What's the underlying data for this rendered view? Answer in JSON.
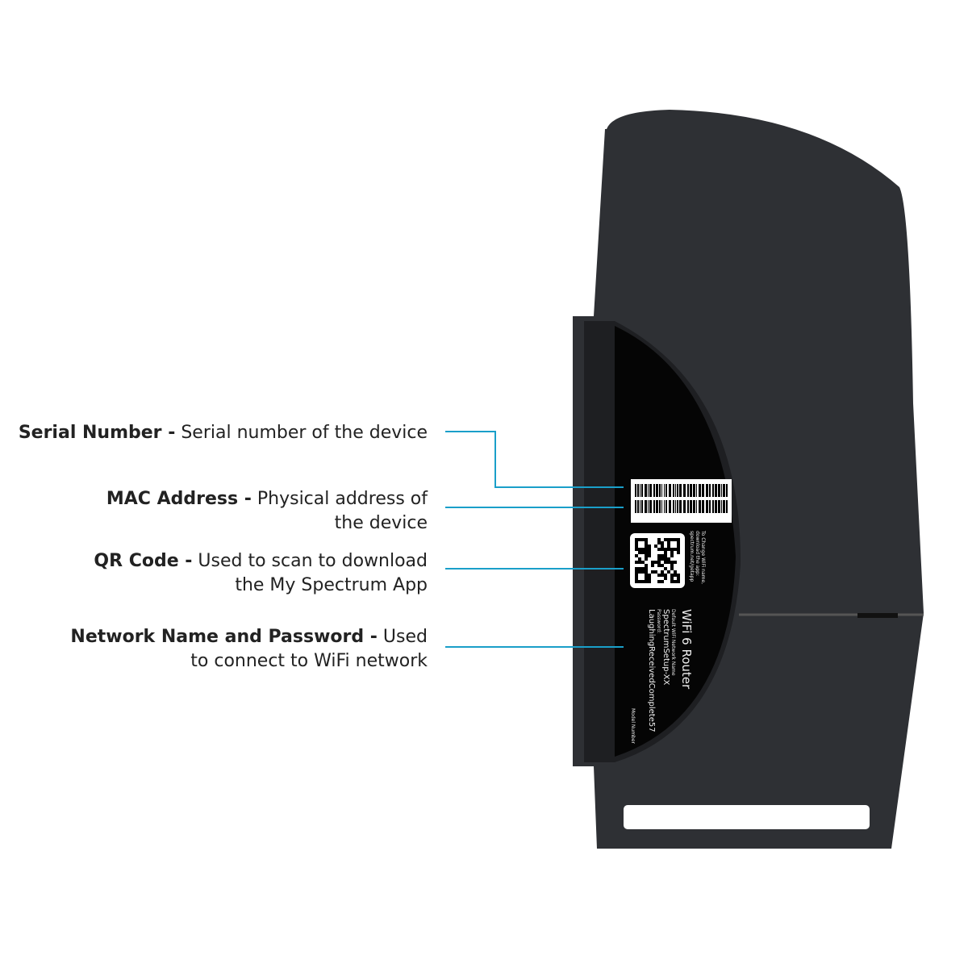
{
  "callouts": [
    {
      "title": "Serial Number -",
      "desc": "Serial number of the device"
    },
    {
      "title": "MAC Address -",
      "desc": "Physical address of the device"
    },
    {
      "title": "QR Code -",
      "desc": "Used to scan to download the My Spectrum App"
    },
    {
      "title": "Network Name and Password -",
      "desc": "Used to connect to WiFi network"
    }
  ],
  "label": {
    "app_note_1": "To Change WiFi name,",
    "app_note_2": "download the app:",
    "app_note_3": "spectrum.net/getapp",
    "product": "WiFi 6 Router",
    "network_name_label": "Default WiFi Network Name",
    "network_name": "SpectrumSetup-XX",
    "password_label": "Password:",
    "password": "LaughingReceivedComplete57",
    "model_label": "Model Number"
  },
  "colors": {
    "line": "#1a9fc9",
    "body": "#2e3034",
    "label": "#050505"
  }
}
